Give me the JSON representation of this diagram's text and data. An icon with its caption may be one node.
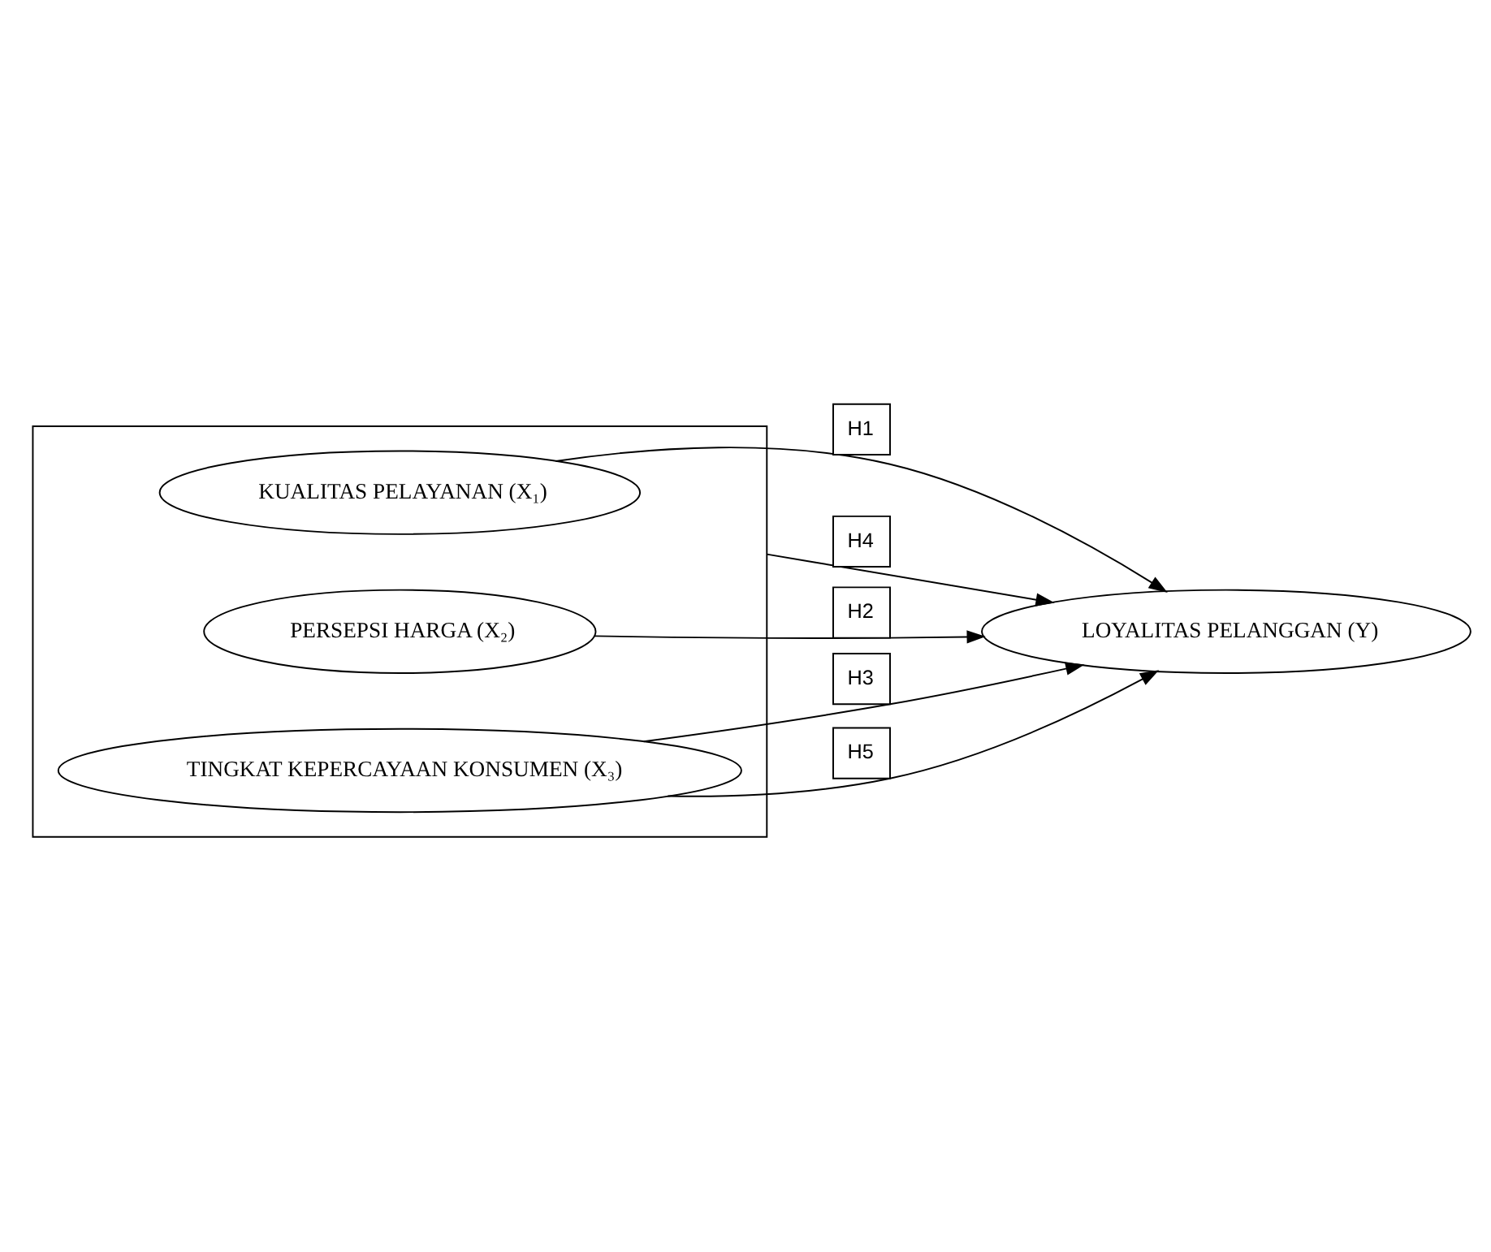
{
  "diagram": {
    "nodes": [
      {
        "text": [],
        "shape": "box"
      },
      {
        "text": [
          "KUALITAS PELAYANAN (X₁)"
        ],
        "in": 0
      },
      {
        "text": [
          "PERSEPSI HARGA (X₂)"
        ],
        "in": 0
      },
      {
        "text": [
          "TINGKAT KEPERCAYAAN KONSUMEN (X₃)"
        ],
        "in": 0
      },
      {
        "text": [
          "LOYALITAS PELANGGAN (Y)"
        ]
      }
    ],
    "edges": [
      {
        "from": 1,
        "to": 4,
        "arrow": "to",
        "label": "H1"
      },
      {
        "from": 2,
        "to": 4,
        "arrow": "to",
        "label": "H2"
      },
      {
        "from": 3,
        "to": 4,
        "arrow": "to",
        "label": "H3"
      },
      {
        "from": 0,
        "to": 4,
        "arrow": "to",
        "label": "H4"
      },
      {
        "from": 3,
        "to": 4,
        "arrow": "to",
        "label": "H5"
      }
    ]
  }
}
